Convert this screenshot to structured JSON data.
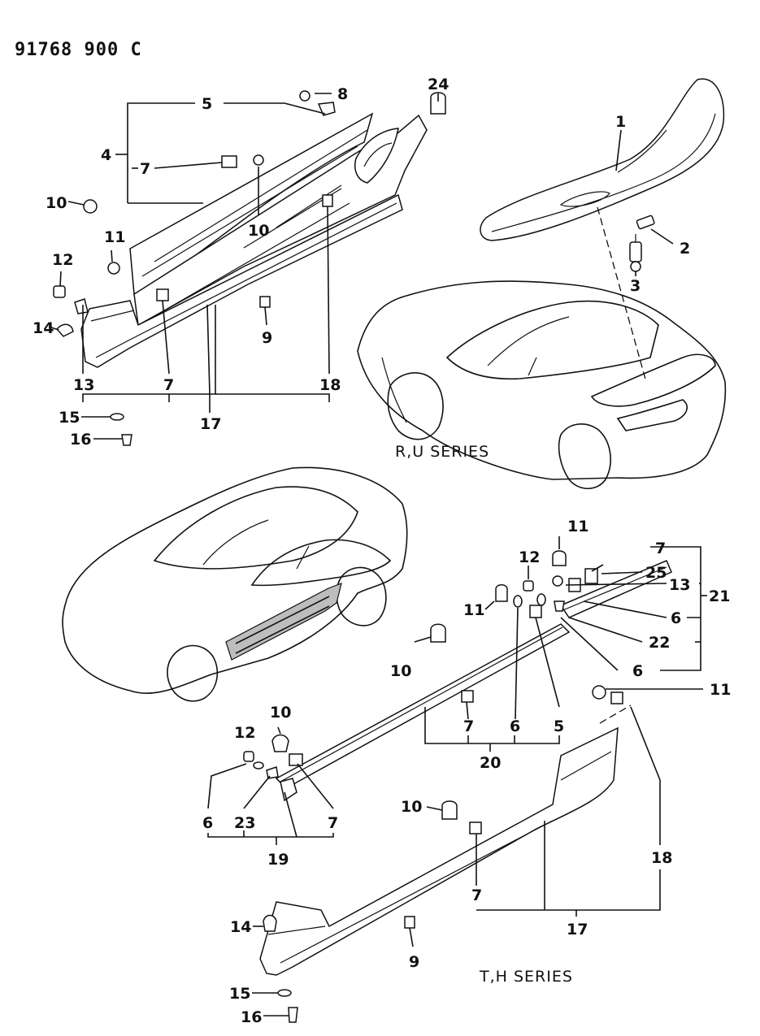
{
  "reference_number": "91768 900 C",
  "series_labels": {
    "top": "R,U SERIES",
    "bottom": "T,H SERIES"
  },
  "callouts": {
    "c1": "1",
    "c2": "2",
    "c3": "3",
    "c4": "4",
    "c5a": "5",
    "c5b": "5",
    "c6a": "6",
    "c6b": "6",
    "c6c": "6",
    "c6d": "6",
    "c7a": "7",
    "c7b": "7",
    "c7c": "7",
    "c7d": "7",
    "c7e": "7",
    "c7f": "7",
    "c8": "8",
    "c9a": "9",
    "c9b": "9",
    "c10a": "10",
    "c10b": "10",
    "c10c": "10",
    "c10d": "10",
    "c10e": "10",
    "c11a": "11",
    "c11b": "11",
    "c11c": "11",
    "c11d": "11",
    "c12a": "12",
    "c12b": "12",
    "c12c": "12",
    "c13a": "13",
    "c13b": "13",
    "c14a": "14",
    "c14b": "14",
    "c15a": "15",
    "c15b": "15",
    "c16a": "16",
    "c16b": "16",
    "c17a": "17",
    "c17b": "17",
    "c18a": "18",
    "c18b": "18",
    "c19": "19",
    "c20": "20",
    "c21": "21",
    "c22": "22",
    "c23": "23",
    "c24": "24",
    "c25": "25"
  }
}
